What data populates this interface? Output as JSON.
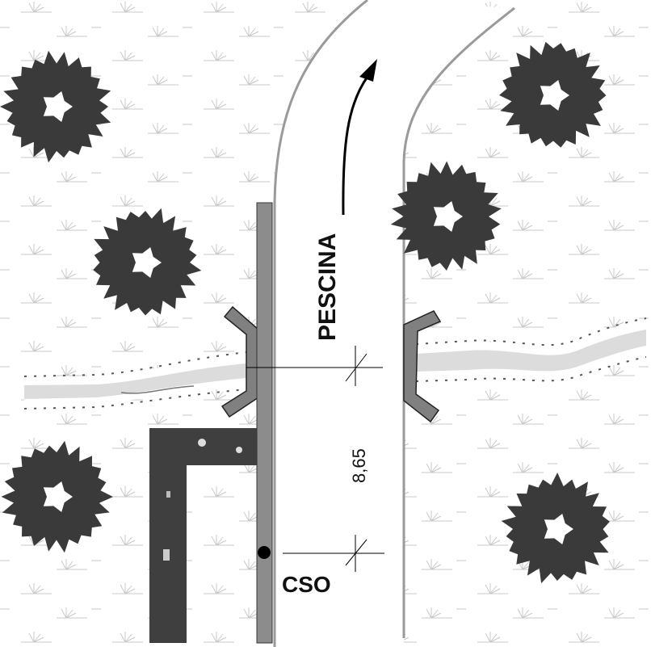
{
  "labels": {
    "river": "PESCINA",
    "dimension": "8,65",
    "outfall": "CSO"
  },
  "colors": {
    "tree": "#3a3a3a",
    "wall": "#8c8c8c",
    "bank_line": "#9a9a9a",
    "grass": "#c4c4c4",
    "structure": "#3f3f3f",
    "ditch_fill": "#dcdcdc"
  }
}
